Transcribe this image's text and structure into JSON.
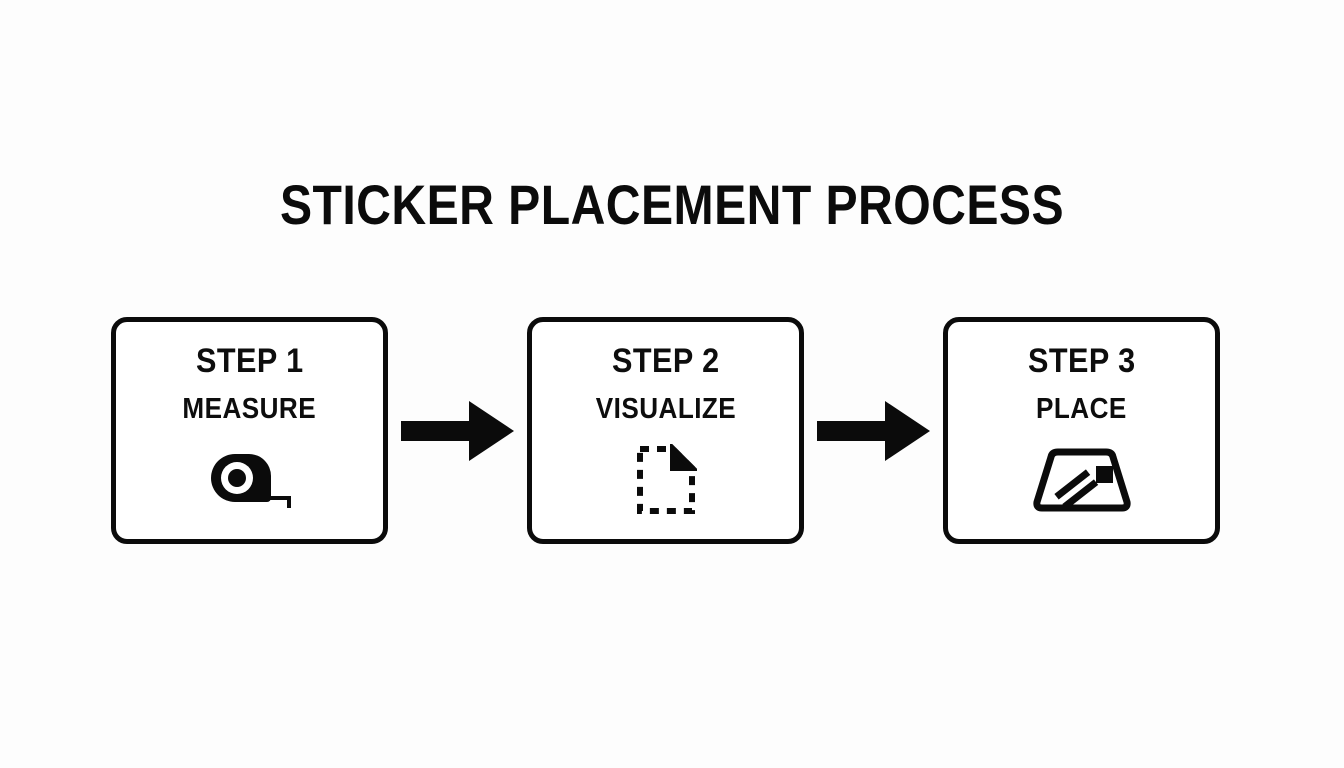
{
  "diagram": {
    "title": "STICKER PLACEMENT PROCESS",
    "type": "process-flow",
    "orientation": "horizontal",
    "background_color": "#fdfdfd",
    "stroke_color": "#0b0b0b",
    "steps": [
      {
        "number": "STEP 1",
        "label": "MEASURE",
        "icon": "tape-measure-icon"
      },
      {
        "number": "STEP 2",
        "label": "VISUALIZE",
        "icon": "dashed-page-icon"
      },
      {
        "number": "STEP 3",
        "label": "PLACE",
        "icon": "windshield-sticker-icon"
      }
    ],
    "connectors": [
      {
        "icon": "arrow-right-icon",
        "from": "STEP 1",
        "to": "STEP 2"
      },
      {
        "icon": "arrow-right-icon",
        "from": "STEP 2",
        "to": "STEP 3"
      }
    ]
  }
}
